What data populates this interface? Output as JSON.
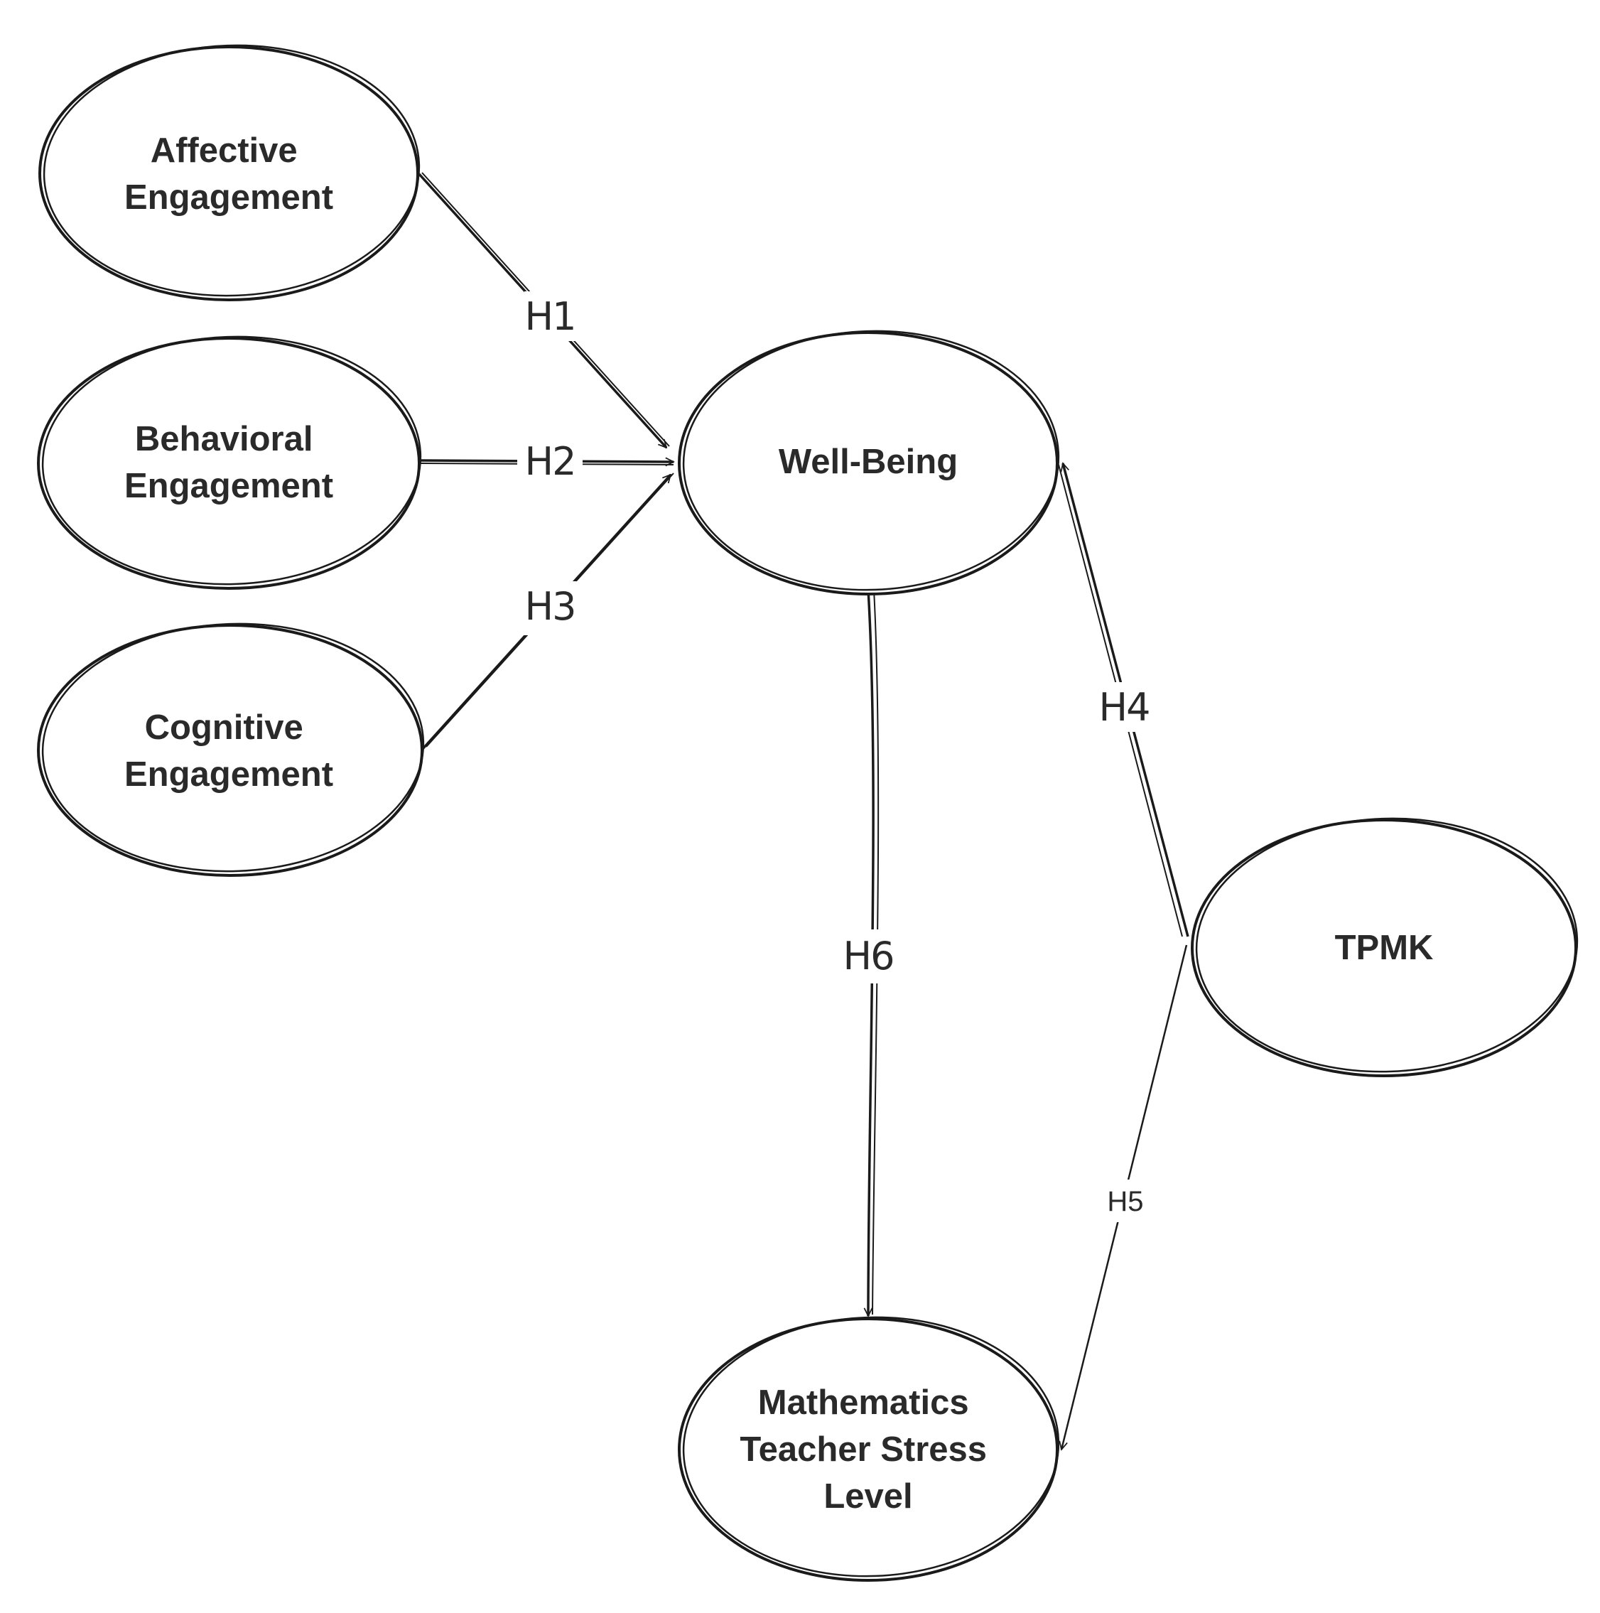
{
  "nodes": {
    "affective": {
      "lines": [
        "Affective",
        "Engagement"
      ]
    },
    "behavioral": {
      "lines": [
        "Behavioral",
        "Engagement"
      ]
    },
    "cognitive": {
      "lines": [
        "Cognitive",
        "Engagement"
      ]
    },
    "wellbeing": {
      "lines": [
        "Well-Being"
      ]
    },
    "tpmk": {
      "lines": [
        "TPMK"
      ]
    },
    "stress": {
      "lines": [
        "Mathematics",
        "Teacher Stress",
        "Level"
      ]
    }
  },
  "edges": {
    "h1": {
      "label": "H1",
      "from": "Affective Engagement",
      "to": "Well-Being"
    },
    "h2": {
      "label": "H2",
      "from": "Behavioral Engagement",
      "to": "Well-Being"
    },
    "h3": {
      "label": "H3",
      "from": "Cognitive Engagement",
      "to": "Well-Being"
    },
    "h4": {
      "label": "H4",
      "from": "TPMK",
      "to": "Well-Being"
    },
    "h5": {
      "label": "H5",
      "from": "TPMK",
      "to": "Mathematics Teacher Stress Level"
    },
    "h6": {
      "label": "H6",
      "from": "Well-Being",
      "to": "Mathematics Teacher Stress Level"
    }
  }
}
